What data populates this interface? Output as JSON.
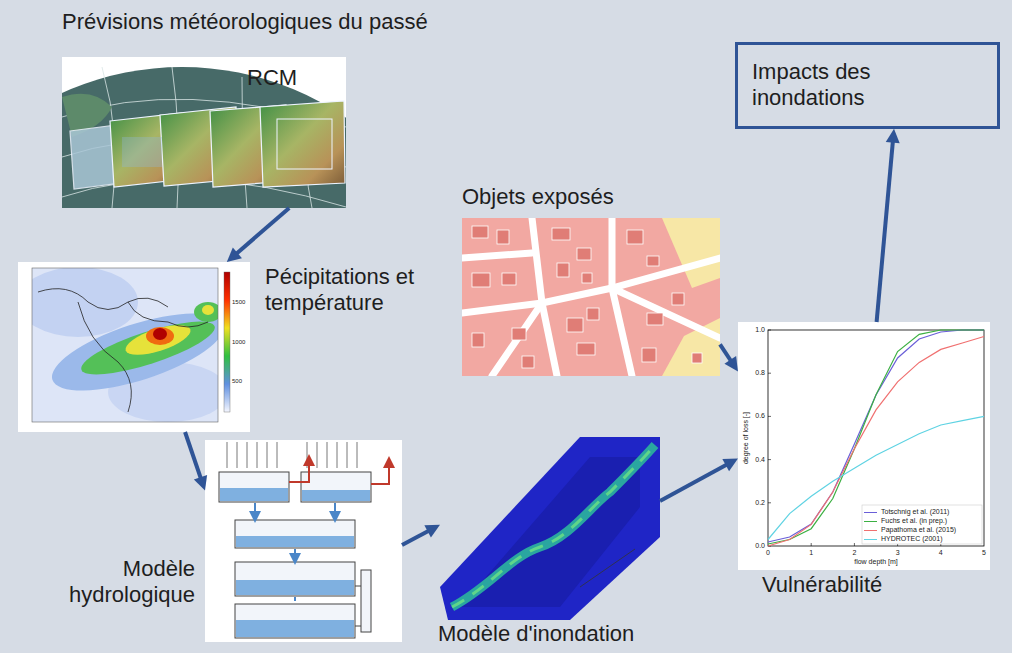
{
  "diagram": {
    "nodes": [
      {
        "text": [
          "Prévisions météorologiques du passé",
          "RCM"
        ]
      },
      {
        "text": [
          "Pécipitations et température"
        ]
      },
      {
        "text": [
          "Modèle hydrologique"
        ]
      },
      {
        "text": [
          "Modèle d'inondation"
        ]
      },
      {
        "text": [
          "Objets exposés"
        ]
      },
      {
        "text": [
          "Vulnérabilité"
        ]
      },
      {
        "text": [
          "Impacts des inondations"
        ]
      }
    ],
    "edges": [
      {
        "from": 0,
        "to": 1,
        "arrow": "to"
      },
      {
        "from": 1,
        "to": 2,
        "arrow": "to"
      },
      {
        "from": 2,
        "to": 3,
        "arrow": "to"
      },
      {
        "from": 3,
        "to": 5,
        "arrow": "to"
      },
      {
        "from": 4,
        "to": 5,
        "arrow": "to"
      },
      {
        "from": 5,
        "to": 6,
        "arrow": "to"
      }
    ],
    "labels": [
      "1500",
      "1000",
      "500",
      "degree of loss [-]",
      "flow depth [m]",
      "0.0",
      "0.2",
      "0.4",
      "0.6",
      "0.8",
      "1.0",
      "0",
      "1",
      "2",
      "3",
      "4",
      "5"
    ],
    "legend": [
      {
        "text": "Totschnig et al. (2011)"
      },
      {
        "text": "Fuchs et al. (in prep.)"
      },
      {
        "text": "Papathoma et al. (2015)"
      },
      {
        "text": "HYDROTEC (2001)"
      }
    ]
  }
}
